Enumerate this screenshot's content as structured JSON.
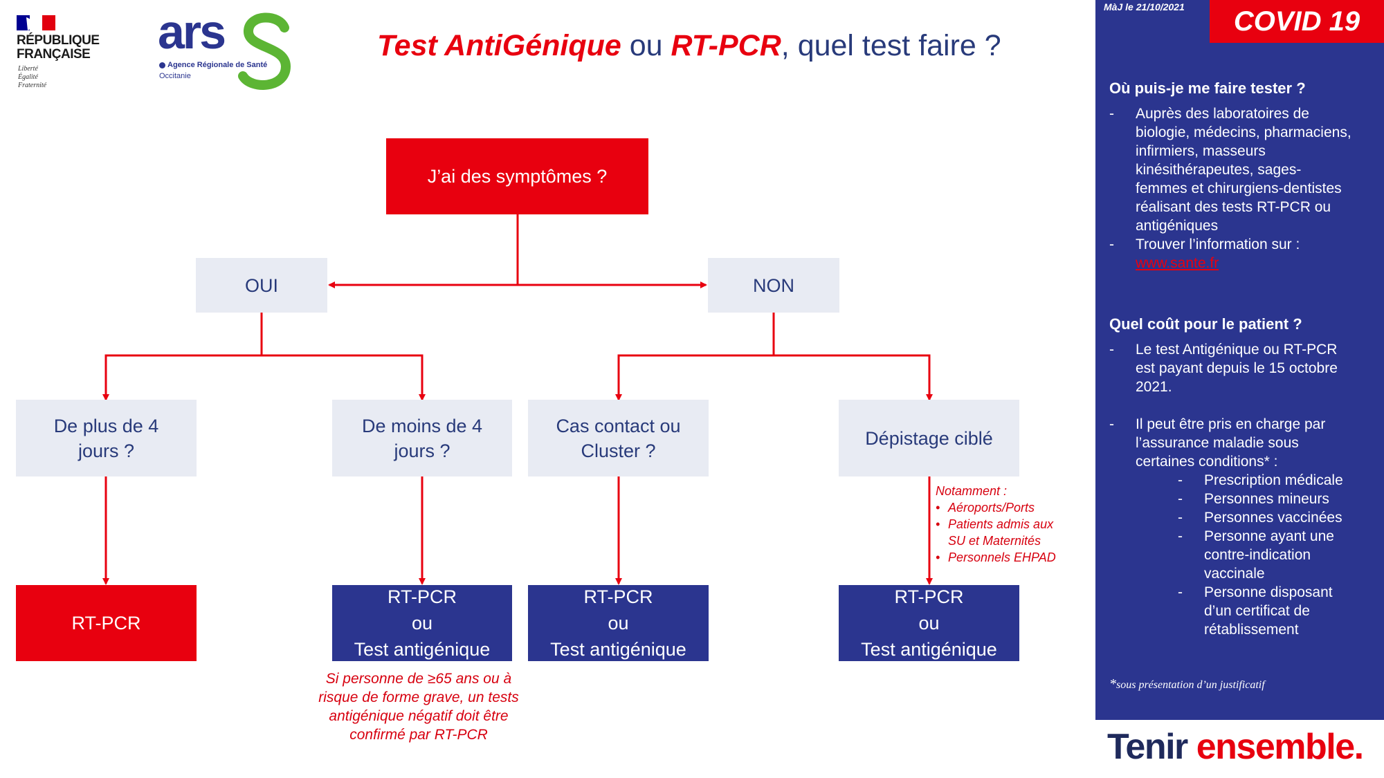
{
  "header": {
    "rf": {
      "line1": "RÉPUBLIQUE",
      "line2": "FRANÇAISE",
      "motto1": "Liberté",
      "motto2": "Égalité",
      "motto3": "Fraternité"
    },
    "ars": {
      "logo_text": "ars",
      "agency": "Agence Régionale de Santé",
      "region": "Occitanie"
    },
    "title": {
      "part1": "Test AntiGénique",
      "part2": " ou ",
      "part3": "RT-PCR",
      "part4": ", quel test faire ?"
    }
  },
  "flow": {
    "root": "J’ai des symptômes ?",
    "yes": "OUI",
    "no": "NON",
    "branches": [
      {
        "question_l1": "De plus de 4",
        "question_l2": "jours ?",
        "result": "RT-PCR"
      },
      {
        "question_l1": "De moins de 4",
        "question_l2": "jours ?",
        "result_l1": "RT-PCR",
        "result_l2": "ou",
        "result_l3": "Test antigénique"
      },
      {
        "question_l1": "Cas contact ou",
        "question_l2": "Cluster ?",
        "result_l1": "RT-PCR",
        "result_l2": "ou",
        "result_l3": "Test antigénique"
      },
      {
        "question": "Dépistage ciblé",
        "result_l1": "RT-PCR",
        "result_l2": "ou",
        "result_l3": "Test antigénique"
      }
    ],
    "note_elderly": [
      "Si personne de ≥65 ans ou à",
      "risque de forme grave, un tests",
      "antigénique négatif doit être",
      "confirmé par RT-PCR"
    ],
    "note_targeted": {
      "title": "Notamment :",
      "items": [
        "Aéroports/Ports",
        "Patients admis aux",
        "SU  et Maternités",
        "Personnels EHPAD"
      ]
    }
  },
  "sidebar": {
    "update": "MàJ le 21/10/2021",
    "badge": "COVID 19",
    "q1": "Où puis-je me faire tester ?",
    "q1_item1": [
      "Auprès des laboratoires de",
      "biologie, médecins, pharmaciens,",
      "infirmiers, masseurs",
      "kinésithérapeutes, sages-",
      "femmes et chirurgiens-dentistes",
      "réalisant des tests RT-PCR ou",
      "antigéniques"
    ],
    "q1_item2": "Trouver l’information sur :",
    "q1_link": "www.sante.fr",
    "q2": "Quel coût pour le patient ?",
    "q2_item1": [
      "Le test Antigénique ou RT-PCR",
      "est payant depuis le 15 octobre",
      "2021."
    ],
    "q2_item2": [
      "Il peut être pris en charge par",
      "l’assurance maladie sous",
      "certaines conditions* :"
    ],
    "conditions": [
      [
        "Prescription médicale"
      ],
      [
        "Personnes mineurs"
      ],
      [
        "Personnes vaccinées"
      ],
      [
        "Personne ayant une",
        "contre-indication",
        "vaccinale"
      ],
      [
        "Personne disposant",
        "d’un certificat de",
        "rétablissement"
      ]
    ],
    "dash": "-",
    "footnote_star": "*",
    "footnote": "sous présentation d’un justificatif"
  },
  "footer": {
    "brand1": "Tenir",
    "brand2": "ensemble."
  },
  "colors": {
    "red": "#e8000f",
    "navy": "#2b358f",
    "grey": "#e8ebf3",
    "green": "#5cb534"
  }
}
